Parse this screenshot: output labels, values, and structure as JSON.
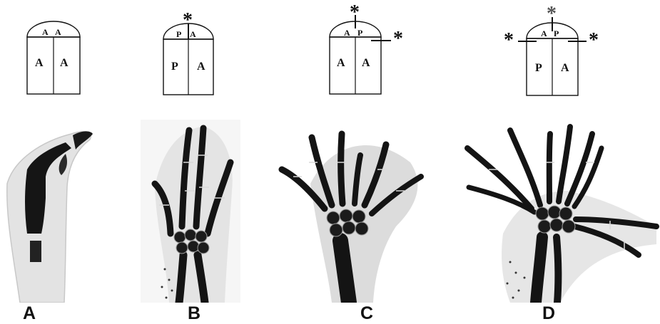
{
  "panels": [
    {
      "letter": "A",
      "diagram": {
        "cap_left": "A",
        "cap_right": "A",
        "body_left": "A",
        "body_right": "A",
        "stars": []
      },
      "photo": {
        "description_icon": "limb-spike-photo",
        "digits": 0
      }
    },
    {
      "letter": "B",
      "diagram": {
        "cap_left": "P",
        "cap_right": "A",
        "body_left": "P",
        "body_right": "A",
        "stars": [
          "top"
        ]
      },
      "photo": {
        "description_icon": "limb-hand-photo",
        "digits": 4
      }
    },
    {
      "letter": "C",
      "diagram": {
        "cap_left": "A",
        "cap_right": "P",
        "body_left": "A",
        "body_right": "A",
        "stars": [
          "top",
          "right"
        ]
      },
      "photo": {
        "description_icon": "limb-hand-photo",
        "digits": 6
      }
    },
    {
      "letter": "D",
      "diagram": {
        "cap_left": "A",
        "cap_right": "P",
        "body_left": "P",
        "body_right": "A",
        "stars": [
          "top",
          "left",
          "right"
        ]
      },
      "photo": {
        "description_icon": "limb-hand-photo",
        "digits": 9
      }
    }
  ],
  "star_glyph": "*",
  "colors": {
    "ink": "#111111",
    "cartilage": "#1c1c1c",
    "tissue": "#d9d9d9",
    "background": "#ffffff"
  }
}
